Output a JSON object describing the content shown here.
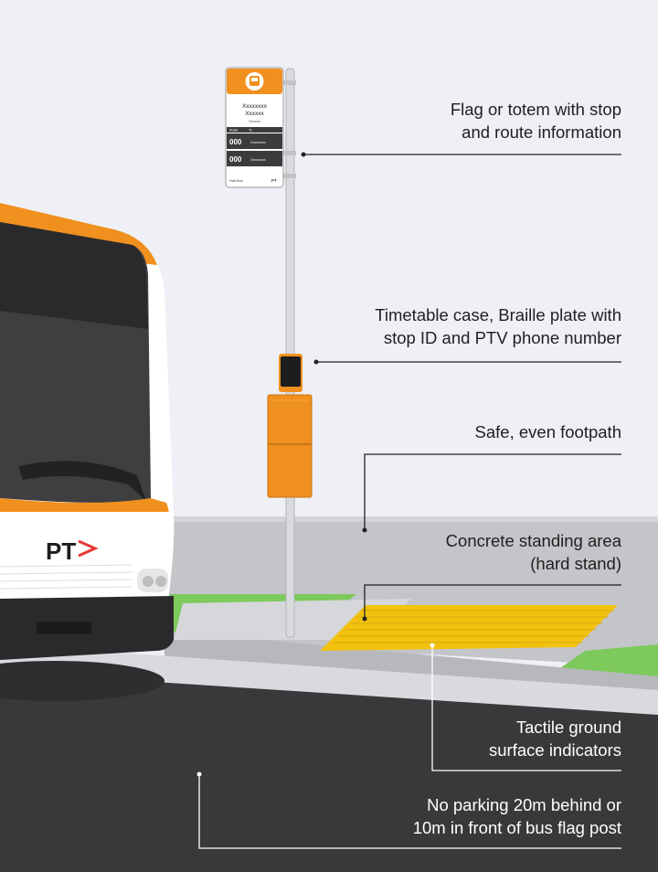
{
  "labels": {
    "flag": [
      "Flag or totem with stop",
      "and route information"
    ],
    "timetable": [
      "Timetable case, Braille plate with",
      "stop ID and PTV phone number"
    ],
    "footpath": [
      "Safe, even footpath"
    ],
    "concrete": [
      "Concrete standing area",
      "(hard stand)"
    ],
    "tactile": [
      "Tactile ground",
      "surface indicators"
    ],
    "parking": [
      "No parking 20m behind or",
      "10m in front of bus flag post"
    ]
  },
  "flag_sign": {
    "stop_name": "Xxxxxxxx",
    "stop_name2": "Xxxxxx",
    "stop_sub": "Xxxxxx",
    "col_route": "Route",
    "col_to": "To",
    "route1_num": "000",
    "route1_dest": "Xxxxxxxx",
    "route2_num": "000",
    "route2_dest": "Xxxxxxxx",
    "footer_left": "Hail Bus",
    "footer_right": "PT"
  },
  "bus": {
    "logo": "PT"
  },
  "colors": {
    "orange": "#f0901e",
    "sky": "#eef0f6",
    "road": "#3b3b3d",
    "tactile": "#f2c20f",
    "grass": "#7cc75a",
    "pavement": "#c8c9cc"
  }
}
